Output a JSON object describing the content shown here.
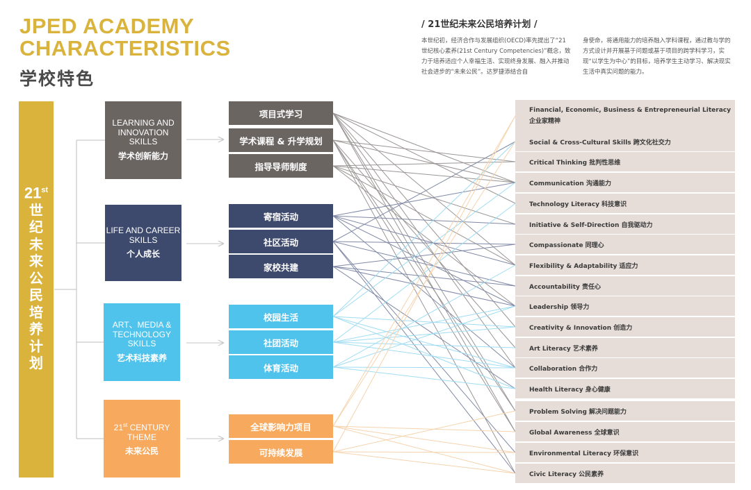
{
  "header": {
    "title_en_line1": "JPED ACADEMY",
    "title_en_line2": "CHARACTERISTICS",
    "title_cn": "学校特色"
  },
  "plan": {
    "title": "/  21世纪未来公民培养计划  /",
    "intro_left": "本世纪初，经济合作与发展组织(OECD)率先提出了“21世纪核心素养(21st Century Competencies)”概念，致力于培养适应个人幸福生活、实现终身发展、融入并推动社会进步的“未来公民”。达罗捷添结合自",
    "intro_right": "身使命，将通用能力的培养融入学科课程，通过教与学的方式设计并开展基于问题或基于项目的跨学科学习，实现“以学生为中心”的目标，培养学生主动学习、解决现实生活中真实问题的能力。"
  },
  "leftbar": {
    "num": "21",
    "sup": "st",
    "chars": [
      "世",
      "纪",
      "未",
      "来",
      "公",
      "民",
      "培",
      "养",
      "计",
      "划"
    ]
  },
  "categories": [
    {
      "en": "LEARNING AND INNOVATION SKILLS",
      "cn": "学术创新能力",
      "color": "#6b6562"
    },
    {
      "en": "LIFE AND CAREER SKILLS",
      "cn": "个人成长",
      "color": "#3e4a6d"
    },
    {
      "en": "ART、MEDIA & TECHNOLOGY SKILLS",
      "cn": "艺术科技素养",
      "color": "#4fc3ec"
    },
    {
      "en_main": "21",
      "en_sup": "st",
      "en_rest": " CENTURY THEME",
      "cn": "未来公民",
      "color": "#f7a95e"
    }
  ],
  "programs": [
    {
      "label": "项目式学习",
      "color": "#6b6562"
    },
    {
      "label": "学术课程 & 升学规划",
      "color": "#6b6562"
    },
    {
      "label": "指导导师制度",
      "color": "#6b6562"
    },
    {
      "label": "寄宿活动",
      "color": "#3e4a6d"
    },
    {
      "label": "社区活动",
      "color": "#3e4a6d"
    },
    {
      "label": "家校共建",
      "color": "#3e4a6d"
    },
    {
      "label": "校园生活",
      "color": "#4fc3ec"
    },
    {
      "label": "社团活动",
      "color": "#4fc3ec"
    },
    {
      "label": "体育活动",
      "color": "#4fc3ec"
    },
    {
      "label": "全球影响力项目",
      "color": "#f7a95e"
    },
    {
      "label": "可持续发展",
      "color": "#f7a95e"
    }
  ],
  "competencies": [
    {
      "en": "Financial, Economic, Business & Entrepreneurial Literacy",
      "cn": "企业家精神"
    },
    {
      "label": "Social & Cross-Cultural Skills 跨文化社交力"
    },
    {
      "label": "Critical Thinking 批判性思维"
    },
    {
      "label": "Communication 沟通能力"
    },
    {
      "label": "Technology Literacy 科技意识"
    },
    {
      "label": "Initiative & Self-Direction  自我驱动力"
    },
    {
      "label": " Compassionate 同理心"
    },
    {
      "label": "Flexibility & Adaptability   适应力"
    },
    {
      "label": "Accountability 责任心"
    },
    {
      "label": " Leadership 领导力"
    },
    {
      "label": "Creativity & Innovation 创造力"
    },
    {
      "label": "Art Literacy 艺术素养"
    },
    {
      "label": "Collaboration 合作力"
    },
    {
      "label": "Health Literacy 身心健康"
    },
    {
      "label": "Problem Solving 解决问题能力"
    },
    {
      "label": "Global Awareness 全球意识"
    },
    {
      "label": "Environmental Literacy 环保意识"
    },
    {
      "label": "Civic Literacy 公民素养"
    }
  ],
  "connections": [
    [
      0,
      3
    ],
    [
      0,
      4
    ],
    [
      0,
      7
    ],
    [
      0,
      10
    ],
    [
      0,
      14
    ],
    [
      0,
      15
    ],
    [
      0,
      12
    ],
    [
      1,
      2
    ],
    [
      1,
      3
    ],
    [
      1,
      11
    ],
    [
      1,
      14
    ],
    [
      1,
      15
    ],
    [
      1,
      17
    ],
    [
      2,
      3
    ],
    [
      2,
      5
    ],
    [
      2,
      9
    ],
    [
      2,
      2
    ],
    [
      2,
      7
    ],
    [
      3,
      3
    ],
    [
      3,
      5
    ],
    [
      3,
      12
    ],
    [
      3,
      7
    ],
    [
      3,
      9
    ],
    [
      4,
      1
    ],
    [
      4,
      6
    ],
    [
      4,
      8
    ],
    [
      4,
      16
    ],
    [
      4,
      17
    ],
    [
      5,
      6
    ],
    [
      5,
      8
    ],
    [
      5,
      13
    ],
    [
      5,
      9
    ],
    [
      6,
      1
    ],
    [
      6,
      10
    ],
    [
      6,
      13
    ],
    [
      6,
      12
    ],
    [
      6,
      3
    ],
    [
      7,
      9
    ],
    [
      7,
      11
    ],
    [
      7,
      12
    ],
    [
      7,
      4
    ],
    [
      7,
      10
    ],
    [
      8,
      13
    ],
    [
      8,
      12
    ],
    [
      8,
      9
    ],
    [
      8,
      7
    ],
    [
      9,
      0
    ],
    [
      9,
      15
    ],
    [
      9,
      16
    ],
    [
      9,
      17
    ],
    [
      9,
      1
    ],
    [
      10,
      16
    ],
    [
      10,
      17
    ],
    [
      10,
      14
    ],
    [
      10,
      0
    ]
  ],
  "colors": {
    "gold": "#d9b33c",
    "gray": "#6b6562",
    "navy": "#3e4a6d",
    "cyan": "#4fc3ec",
    "orange": "#f7a95e",
    "comp_bg": "#e6ddd8"
  }
}
